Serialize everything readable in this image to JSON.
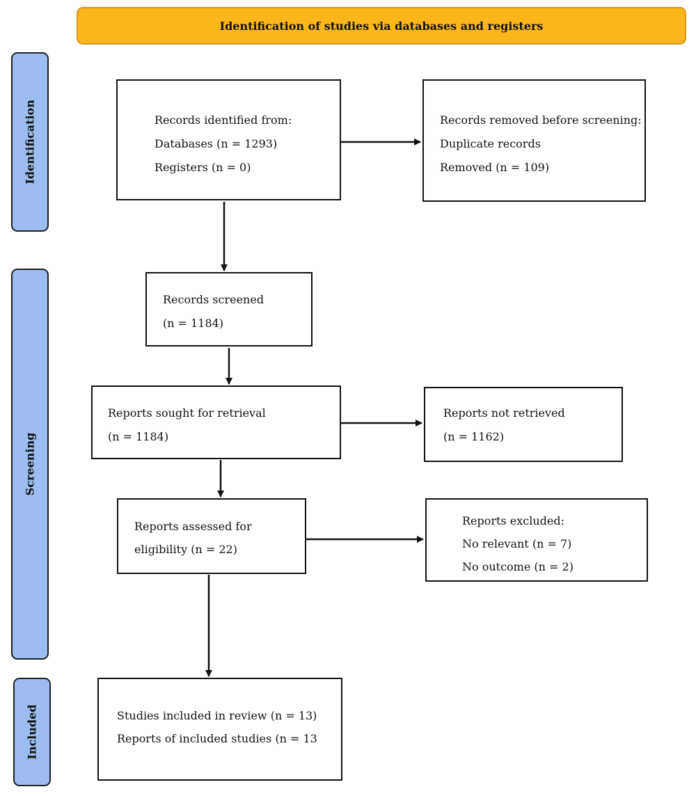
{
  "header": {
    "title": "Identification of studies via databases and registers"
  },
  "phases": {
    "identification": "Identification",
    "screening": "Screening",
    "included": "Included"
  },
  "boxes": {
    "records_identified": [
      "Records identified from:",
      "Databases (n = 1293)",
      "Registers (n = 0)"
    ],
    "records_removed": [
      "Records removed before screening:",
      "Duplicate records",
      "Removed (n = 109)"
    ],
    "records_screened": [
      "Records screened",
      "(n = 1184)"
    ],
    "reports_sought": [
      "Reports sought for retrieval",
      "(n = 1184)"
    ],
    "reports_not_retrieved": [
      "Reports not retrieved",
      "(n = 1162)"
    ],
    "reports_assessed": [
      "Reports assessed for",
      "eligibility (n = 22)"
    ],
    "reports_excluded": [
      "Reports excluded:",
      "No relevant (n = 7)",
      "No outcome (n = 2)"
    ],
    "studies_included": [
      "Studies included in review (n = 13)",
      "Reports of included studies (n = 13"
    ]
  },
  "colors": {
    "banner": "#fbb61c",
    "phase": "#9dbdf2",
    "line": "#111111"
  }
}
